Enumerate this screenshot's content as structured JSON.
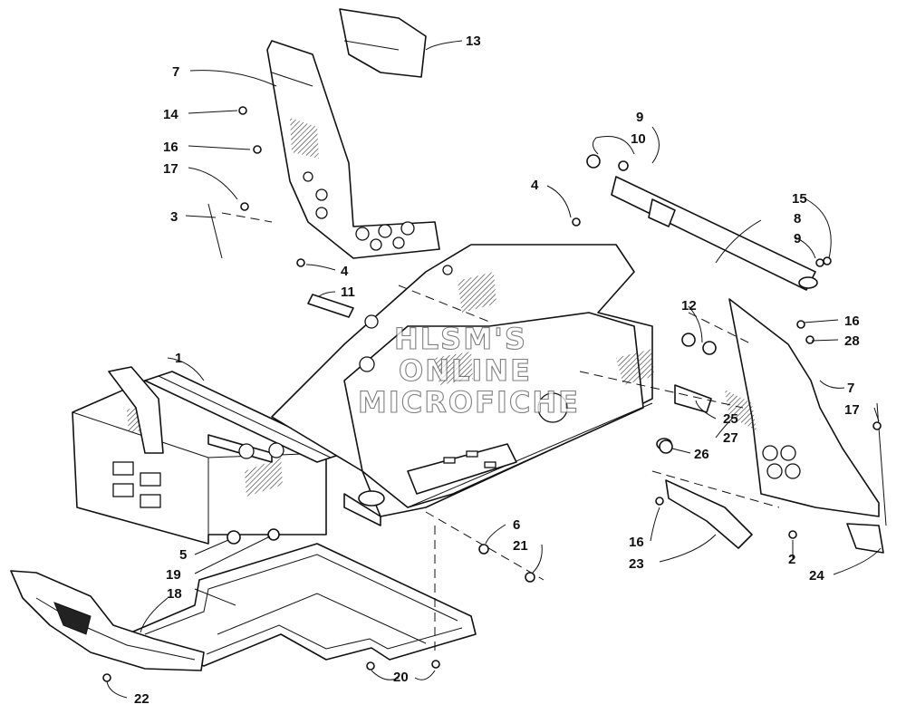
{
  "watermark": {
    "line1": "HLSM'S",
    "line2": "ONLINE",
    "line3": "MICROFICHE"
  },
  "callouts": [
    {
      "id": "c1",
      "text": "1"
    },
    {
      "id": "c2",
      "text": "2"
    },
    {
      "id": "c3",
      "text": "3"
    },
    {
      "id": "c4a",
      "text": "4"
    },
    {
      "id": "c4b",
      "text": "4"
    },
    {
      "id": "c5",
      "text": "5"
    },
    {
      "id": "c6",
      "text": "6"
    },
    {
      "id": "c7a",
      "text": "7"
    },
    {
      "id": "c7b",
      "text": "7"
    },
    {
      "id": "c8",
      "text": "8"
    },
    {
      "id": "c9a",
      "text": "9"
    },
    {
      "id": "c9b",
      "text": "9"
    },
    {
      "id": "c10",
      "text": "10"
    },
    {
      "id": "c11",
      "text": "11"
    },
    {
      "id": "c12",
      "text": "12"
    },
    {
      "id": "c13",
      "text": "13"
    },
    {
      "id": "c14",
      "text": "14"
    },
    {
      "id": "c15",
      "text": "15"
    },
    {
      "id": "c16a",
      "text": "16"
    },
    {
      "id": "c16b",
      "text": "16"
    },
    {
      "id": "c16c",
      "text": "16"
    },
    {
      "id": "c17a",
      "text": "17"
    },
    {
      "id": "c17b",
      "text": "17"
    },
    {
      "id": "c18",
      "text": "18"
    },
    {
      "id": "c19",
      "text": "19"
    },
    {
      "id": "c20",
      "text": "20"
    },
    {
      "id": "c21",
      "text": "21"
    },
    {
      "id": "c22",
      "text": "22"
    },
    {
      "id": "c23",
      "text": "23"
    },
    {
      "id": "c24",
      "text": "24"
    },
    {
      "id": "c25",
      "text": "25"
    },
    {
      "id": "c26",
      "text": "26"
    },
    {
      "id": "c27",
      "text": "27"
    },
    {
      "id": "c28",
      "text": "28"
    }
  ]
}
